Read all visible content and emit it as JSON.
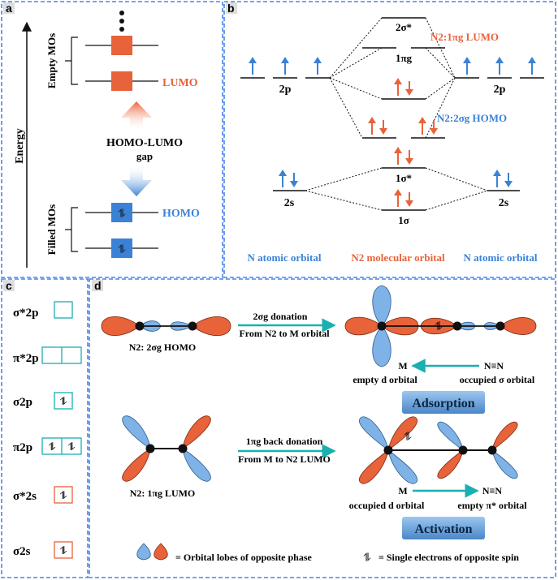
{
  "colors": {
    "orange": "#E8623A",
    "blue": "#3B82D6",
    "teal": "#1AAFB0",
    "border": "#4A86E8",
    "dark": "#111111"
  },
  "panel_a": {
    "letter": "a",
    "axis_label": "Energy",
    "empty_mos": "Empty MOs",
    "filled_mos": "Filled MOs",
    "lumo": "LUMO",
    "homo": "HOMO",
    "gap_line1": "HOMO-LUMO",
    "gap_line2": "gap"
  },
  "panel_b": {
    "letter": "b",
    "mo_2s_star": "2σ*",
    "mo_1pig": "1πg",
    "mo_1s_star": "1σ*",
    "mo_1s": "1σ",
    "ao_2p_left": "2p",
    "ao_2p_right": "2p",
    "ao_2s_left": "2s",
    "ao_2s_right": "2s",
    "lumo_label": "N2:1πg LUMO",
    "homo_label": "N2:2σg HOMO",
    "footer_left": "N atomic orbital",
    "footer_mid": "N2 molecular orbital",
    "footer_right": "N atomic orbital"
  },
  "panel_c": {
    "letter": "c",
    "rows": [
      {
        "label": "σ*2p",
        "occ": "empty"
      },
      {
        "label": "π*2p",
        "occ": "empty"
      },
      {
        "label": "σ2p",
        "occ": "paired"
      },
      {
        "label": "π2p",
        "occ": "paired"
      },
      {
        "label": "σ*2s",
        "occ": "paired"
      },
      {
        "label": "σ2s",
        "occ": "paired"
      }
    ]
  },
  "panel_d": {
    "letter": "d",
    "homo_caption": "N2: 2σg HOMO",
    "donation_line1": "2σg donation",
    "donation_line2": "From N2 to M orbital",
    "m_label": "M",
    "nn_label": "N≡N",
    "empty_d": "empty d orbital",
    "occupied_sigma": "occupied  σ orbital",
    "adsorption": "Adsorption",
    "lumo_caption": "N2: 1πg LUMO",
    "back_line1": "1πg back donation",
    "back_line2": "From M to N2 LUMO",
    "m_label2": "M",
    "nn_label2": "N≡N",
    "occupied_d": "occupied d orbital",
    "empty_pi": "empty  π* orbital",
    "activation": "Activation",
    "legend_lobes": "= Orbital lobes of opposite phase",
    "legend_spin": "= Single electrons of opposite spin"
  }
}
